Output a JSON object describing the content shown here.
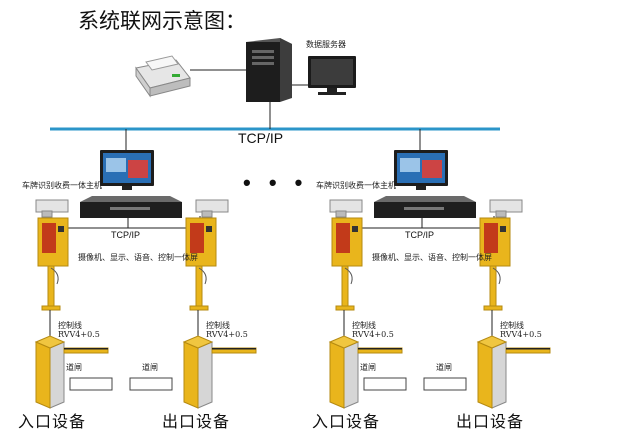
{
  "title": "系统联网示意图：",
  "server_label": "数据服务器",
  "network_label": "TCP/IP",
  "ellipsis": "• • •",
  "colors": {
    "network_line": "#2b95c9",
    "yellow": "#e9b51c",
    "monitor_blue": "#2a6fb5",
    "dark": "#222222"
  },
  "groups": [
    {
      "host_label": "车牌识别收费一体主机",
      "tcp_label": "TCP/IP",
      "camera_label": "摄像机、显示、语音、控制一体屏",
      "left_control": "控制线\nRVV4+0.5",
      "right_control": "控制线\nRVV4+0.5",
      "left_barrier": "道闸",
      "right_barrier": "道闸",
      "entry_label": "入口设备",
      "exit_label": "出口设备"
    },
    {
      "host_label": "车牌识别收费一体主机",
      "tcp_label": "TCP/IP",
      "camera_label": "摄像机、显示、语音、控制一体屏",
      "left_control": "控制线\nRVV4+0.5",
      "right_control": "控制线\nRVV4+0.5",
      "left_barrier": "道闸",
      "right_barrier": "道闸",
      "entry_label": "入口设备",
      "exit_label": "出口设备"
    }
  ]
}
